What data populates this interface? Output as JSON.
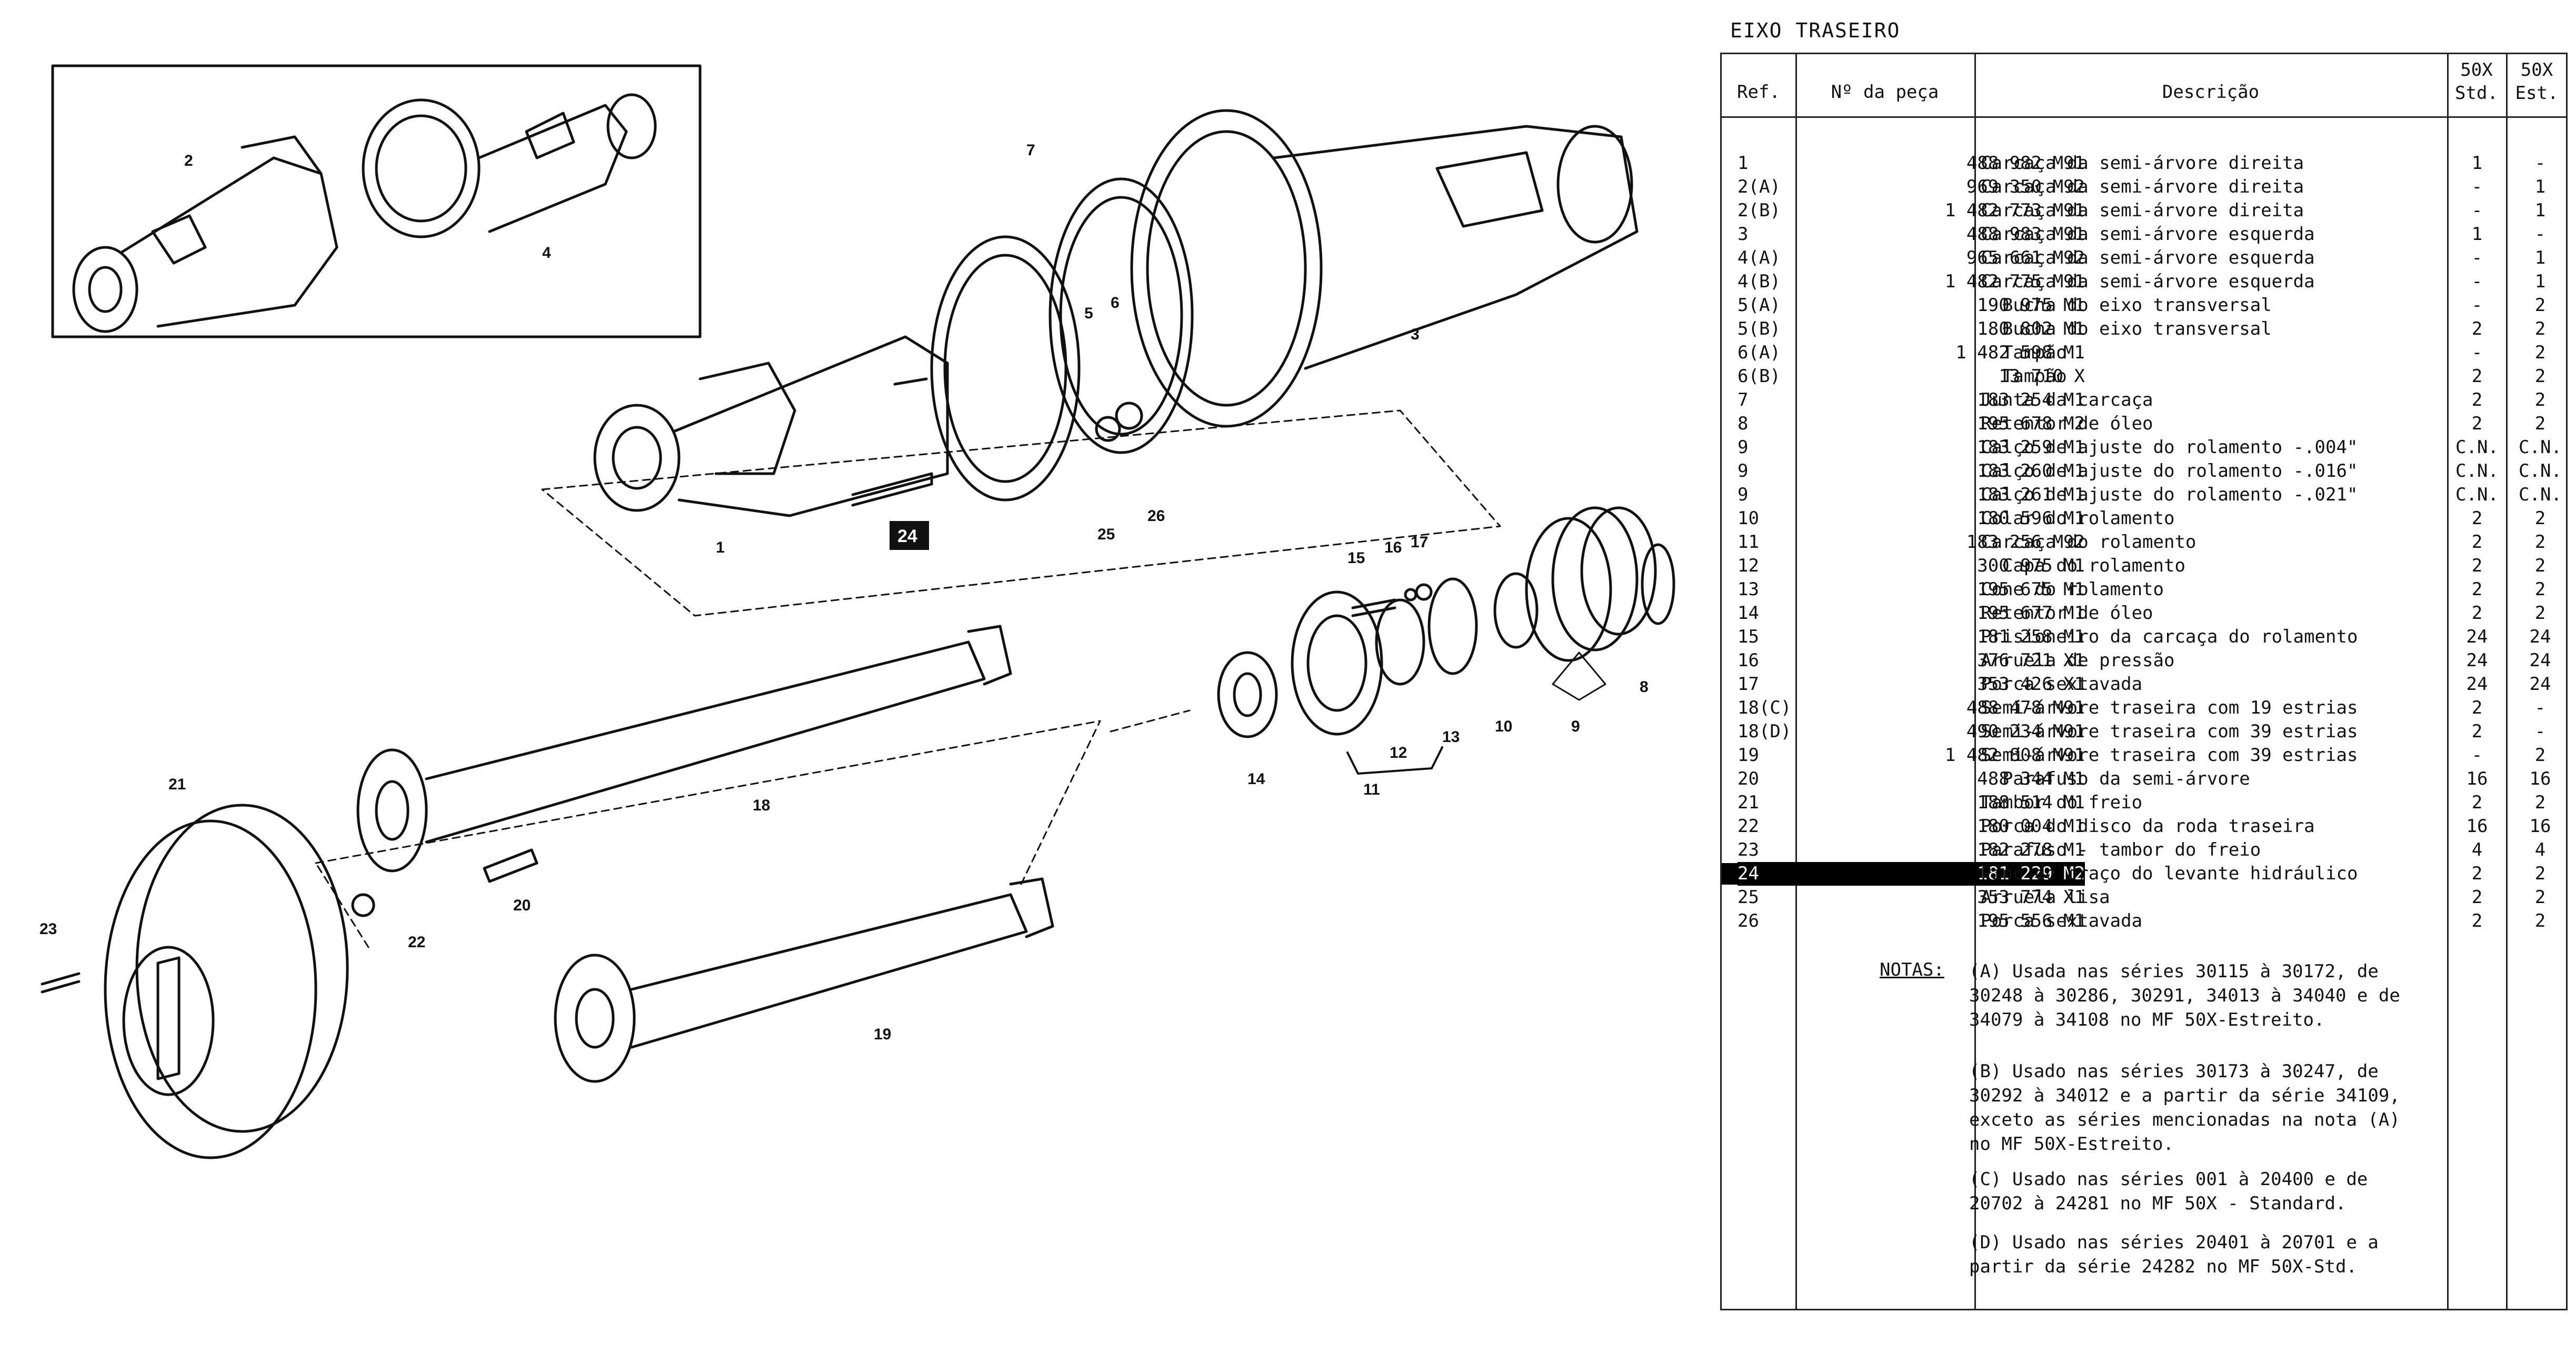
{
  "title": "EIXO TRASEIRO",
  "columns": {
    "ref": "Ref.",
    "part_no": "Nº da peça",
    "description": "Descrição",
    "std": "50X\nStd.",
    "est": "50X\nEst."
  },
  "rows": [
    {
      "ref": "1",
      "part_no": "488 982 M91",
      "desc": "Carcaça da semi-árvore direita",
      "std": "1",
      "est": "-"
    },
    {
      "ref": "2(A)",
      "part_no": "969 350 M92",
      "desc": "Carcaça da semi-árvore direita",
      "std": "-",
      "est": "1"
    },
    {
      "ref": "2(B)",
      "part_no": "1 482 773 M91",
      "desc": "Carcaça da semi-árvore direita",
      "std": "-",
      "est": "1"
    },
    {
      "ref": "3",
      "part_no": "488 983 M91",
      "desc": "Carcaça da semi-árvore esquerda",
      "std": "1",
      "est": "-"
    },
    {
      "ref": "4(A)",
      "part_no": "965 661 M92",
      "desc": "Carcaça da semi-árvore esquerda",
      "std": "-",
      "est": "1"
    },
    {
      "ref": "4(B)",
      "part_no": "1 482 775 M91",
      "desc": "Carcaça da semi-árvore esquerda",
      "std": "-",
      "est": "1"
    },
    {
      "ref": "5(A)",
      "part_no": "190 975 M1",
      "desc": "  Bucha do eixo transversal",
      "std": "-",
      "est": "2"
    },
    {
      "ref": "5(B)",
      "part_no": "180 802 M1",
      "desc": "  Bucha do eixo transversal",
      "std": "2",
      "est": "2"
    },
    {
      "ref": "6(A)",
      "part_no": "1 482 598 M1",
      "desc": "  Tampão",
      "std": "-",
      "est": "2"
    },
    {
      "ref": "6(B)",
      "part_no": "13 710 X",
      "desc": "  Tampão",
      "std": "2",
      "est": "2"
    },
    {
      "ref": "7",
      "part_no": "183 254 M1",
      "desc": "Junta da carcaça",
      "std": "2",
      "est": "2"
    },
    {
      "ref": "8",
      "part_no": "195 678 M2",
      "desc": "Retentor de óleo",
      "std": "2",
      "est": "2"
    },
    {
      "ref": "9",
      "part_no": "183 259 M1",
      "desc": "Calço de ajuste do rolamento -.004\"",
      "std": "C.N.",
      "est": "C.N."
    },
    {
      "ref": "9",
      "part_no": "183 260 M1",
      "desc": "Calço de ajuste do rolamento -.016\"",
      "std": "C.N.",
      "est": "C.N."
    },
    {
      "ref": "9",
      "part_no": "183 261 M1",
      "desc": "Calço de ajuste do rolamento -.021\"",
      "std": "C.N.",
      "est": "C.N."
    },
    {
      "ref": "10",
      "part_no": "180 596 M1",
      "desc": "Colar do rolamento",
      "std": "2",
      "est": "2"
    },
    {
      "ref": "11",
      "part_no": "183 256 M92",
      "desc": "Carcaça do rolamento",
      "std": "2",
      "est": "2"
    },
    {
      "ref": "12",
      "part_no": "300 975 M1",
      "desc": "  Capa do rolamento",
      "std": "2",
      "est": "2"
    },
    {
      "ref": "13",
      "part_no": "195 675 M1",
      "desc": "Cone do rolamento",
      "std": "2",
      "est": "2"
    },
    {
      "ref": "14",
      "part_no": "195 677 M1",
      "desc": "Retentor de óleo",
      "std": "2",
      "est": "2"
    },
    {
      "ref": "15",
      "part_no": "181 258 M1",
      "desc": "Prisioneiro da carcaça do rolamento",
      "std": "24",
      "est": "24"
    },
    {
      "ref": "16",
      "part_no": "376 721 X1",
      "desc": "Arruela de pressão",
      "std": "24",
      "est": "24"
    },
    {
      "ref": "17",
      "part_no": "353 426 X1",
      "desc": "Porca sextavada",
      "std": "24",
      "est": "24"
    },
    {
      "ref": "18(C)",
      "part_no": "488 478 M91",
      "desc": "Semi-árvore traseira com 19 estrias",
      "std": "2",
      "est": "-"
    },
    {
      "ref": "18(D)",
      "part_no": "490 234 M91",
      "desc": "Semi-árvore traseira com 39 estrias",
      "std": "2",
      "est": "-"
    },
    {
      "ref": "19",
      "part_no": "1 482 808 M91",
      "desc": "Semi-árvore traseira com 39 estrias",
      "std": "-",
      "est": "2"
    },
    {
      "ref": "20",
      "part_no": "488 344 M1",
      "desc": "  Parafuso da semi-árvore",
      "std": "16",
      "est": "16"
    },
    {
      "ref": "21",
      "part_no": "188 514 M1",
      "desc": "Tambor do freio",
      "std": "2",
      "est": "2"
    },
    {
      "ref": "22",
      "part_no": "180 004 M1",
      "desc": "Porca do disco da roda traseira",
      "std": "16",
      "est": "16"
    },
    {
      "ref": "23",
      "part_no": "182 278 M1",
      "desc": "Parafuso - tambor do freio",
      "std": "4",
      "est": "4"
    },
    {
      "ref": "24",
      "part_no": "181 229 M2",
      "desc": "Pino do braço do levante hidráulico",
      "std": "2",
      "est": "2",
      "highlight": true
    },
    {
      "ref": "25",
      "part_no": "353 774 X1",
      "desc": "Arruela lisa",
      "std": "2",
      "est": "2"
    },
    {
      "ref": "26",
      "part_no": "195 556 M1",
      "desc": "Porca sextavada",
      "std": "2",
      "est": "2"
    }
  ],
  "notes_label": "NOTAS:",
  "notes": [
    "(A) Usada nas séries 30115 à 30172, de 30248 à 30286, 30291, 34013 à 34040 e de 34079 à 34108 no MF 50X-Estreito.",
    "(B) Usado nas séries 30173 à 30247, de 30292 à 34012 e a partir da série 34109, exceto as séries mencionadas na nota (A) no MF 50X-Estreito.",
    "(C) Usado nas séries 001 à 20400 e de 20702 à 24281 no MF 50X - Standard.",
    "(D) Usado nas séries 20401 à 20701 e a partir da série 24282 no MF 50X-Std."
  ],
  "callouts": [
    "1",
    "2",
    "3",
    "4",
    "5",
    "6",
    "7",
    "8",
    "9",
    "10",
    "11",
    "12",
    "13",
    "14",
    "15",
    "16",
    "17",
    "18",
    "19",
    "20",
    "21",
    "22",
    "23",
    "24",
    "25",
    "26"
  ]
}
